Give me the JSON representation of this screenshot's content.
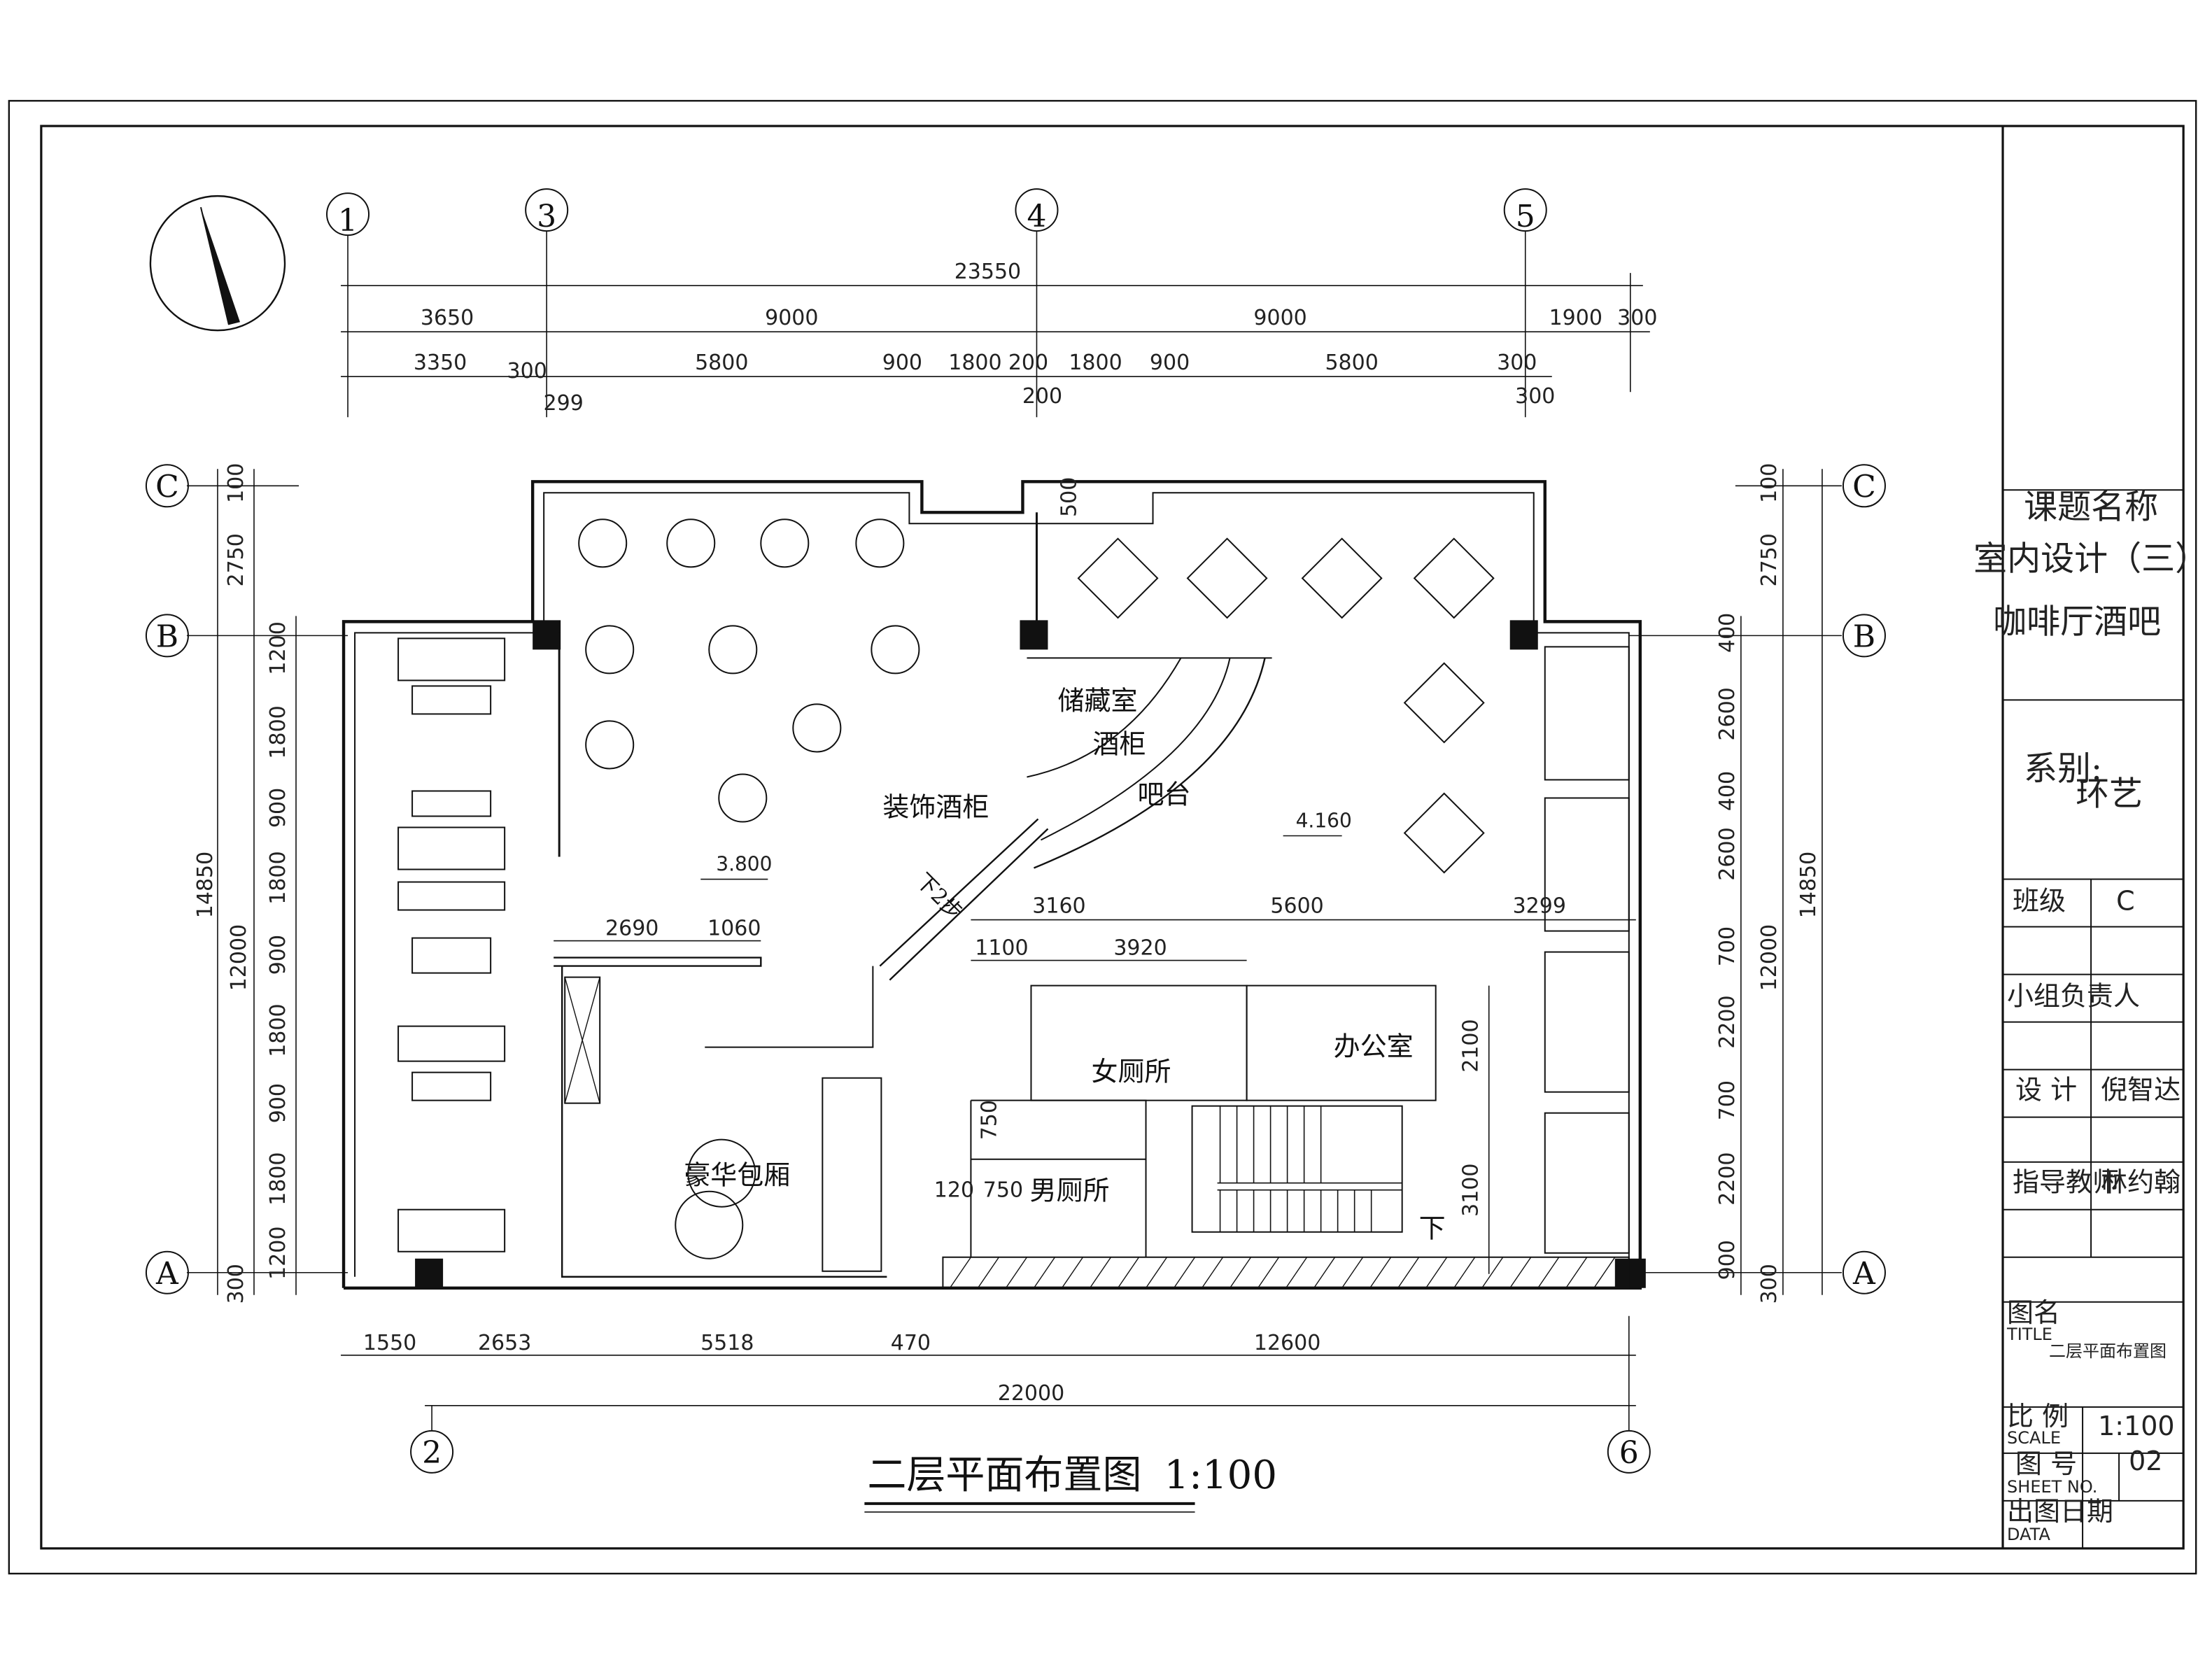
{
  "drawing_title": "二层平面布置图",
  "drawing_scale": "1:100",
  "axes": {
    "top": [
      "1",
      "3",
      "4",
      "5"
    ],
    "bottom": [
      "2",
      "6"
    ],
    "rows_left": [
      "C",
      "B",
      "A"
    ],
    "rows_right": [
      "C",
      "B",
      "A"
    ]
  },
  "dims_top": {
    "total": "23550",
    "row1": [
      "3650",
      "9000",
      "9000",
      "1900",
      "300"
    ],
    "row2": [
      "3350",
      "300",
      "5800",
      "900",
      "1800",
      "200",
      "1800",
      "900",
      "5800",
      "300"
    ],
    "row3": [
      "299",
      "200",
      "300"
    ]
  },
  "dims_bottom": {
    "row1": [
      "1550",
      "2653",
      "5518",
      "470",
      "12600"
    ],
    "total": "22000"
  },
  "dims_left": {
    "outer": [
      "100",
      "2750",
      "14850"
    ],
    "inner": [
      "1200",
      "1800",
      "900",
      "1800",
      "900",
      "1800",
      "900",
      "1800",
      "1200",
      "12000"
    ],
    "bottom": "300"
  },
  "dims_right": {
    "outer": [
      "100",
      "2750",
      "14850"
    ],
    "inner": [
      "400",
      "2600",
      "400",
      "2600",
      "700",
      "2200",
      "700",
      "2200",
      "900",
      "12000"
    ],
    "bottom": "300"
  },
  "dims_interior": [
    "2690",
    "1060",
    "3160",
    "5600",
    "3299",
    "1100",
    "3920",
    "2100",
    "3100",
    "750",
    "120",
    "750",
    "500"
  ],
  "rooms": {
    "storage": "储藏室",
    "wine_cabinet": "酒柜",
    "bar": "吧台",
    "deco_cabinet": "装饰酒柜",
    "private_room": "豪华包厢",
    "ladies": "女厕所",
    "mens": "男厕所",
    "office": "办公室",
    "stairs_down": "下",
    "steps_down": "下2步"
  },
  "levels": [
    "3.800",
    "4.160"
  ],
  "title_block": {
    "topic_label": "课题名称",
    "topic": "室内设计（三）",
    "subtitle": "咖啡厅酒吧",
    "dept_label": "系别:",
    "dept": "环艺",
    "class_label": "班级",
    "class_value": "C",
    "group_leader_label": "小组负责人",
    "design_label": "设 计",
    "designer": "倪智达",
    "teacher_label": "指导教师",
    "teacher": "林约翰",
    "title_label": "图名",
    "title_en": "TITLE",
    "title_value": "二层平面布置图",
    "scale_label": "比 例",
    "scale_en": "SCALE",
    "scale_value": "1:100",
    "sheet_label": "图 号",
    "sheet_en": "SHEET NO.",
    "sheet_value": "02",
    "date_label": "出图日期",
    "date_en": "DATA"
  },
  "icons": [
    "north-arrow-icon"
  ]
}
